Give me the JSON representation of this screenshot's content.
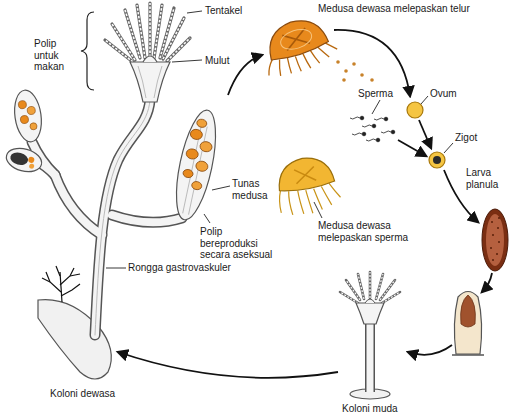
{
  "diagram": {
    "labels": [
      "Polip untuk makan",
      "Tentakel",
      "Mulut",
      "Medusa dewasa melepaskan telur",
      "Sperma",
      "Ovum",
      "Zigot",
      "Larva planula",
      "Tunas medusa",
      "Polip bereproduksi secara aseksual",
      "Medusa dewasa melepaskan sperma",
      "Rongga gastrovaskuler",
      "Koloni dewasa",
      "Koloni muda"
    ]
  }
}
